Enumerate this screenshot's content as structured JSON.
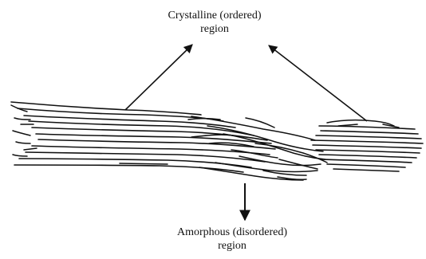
{
  "labels": {
    "crystalline": {
      "line1": "Crystalline (ordered)",
      "line2": "region"
    },
    "amorphous": {
      "line1": "Amorphous (disordered)",
      "line2": "region"
    }
  },
  "colors": {
    "ink": "#111111",
    "background": "#ffffff"
  }
}
